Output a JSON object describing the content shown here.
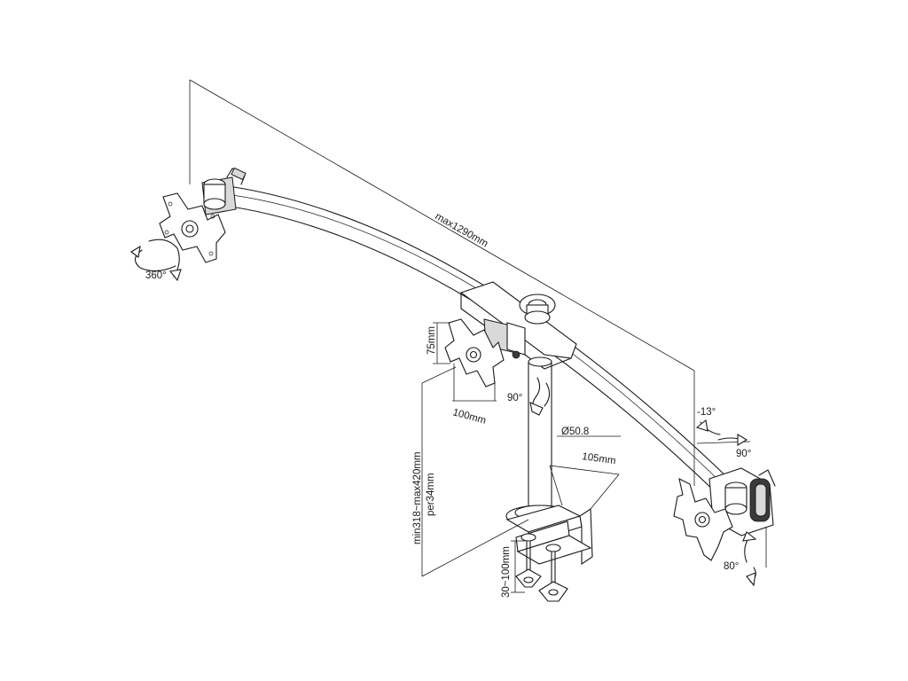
{
  "diagram": {
    "labels": {
      "max_width": "max1290mm",
      "rotation_360": "360°",
      "vesa_height": "75mm",
      "vesa_width": "100mm",
      "arm_rotation_90": "90°",
      "pole_diameter": "Ø50.8",
      "clamp_depth": "105mm",
      "height_range": "min318~max420mm",
      "height_step": "per34mm",
      "desk_thickness": "30~100mm",
      "tilt_up": "-13°",
      "swivel_90": "90°",
      "tilt_down": "80°"
    }
  }
}
